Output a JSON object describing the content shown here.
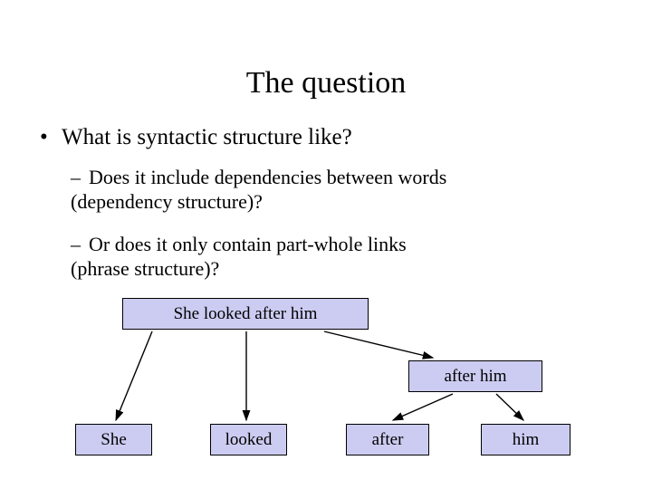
{
  "slide": {
    "title": "The question",
    "bullets": [
      {
        "level": 1,
        "marker": "•",
        "text": "What is syntactic structure like?"
      },
      {
        "level": 2,
        "marker": "–",
        "line1": "Does it include dependencies between words",
        "line2": "(dependency structure)?"
      },
      {
        "level": 2,
        "marker": "–",
        "line1": "Or does it only contain part-whole links",
        "line2": "(phrase structure)?"
      }
    ],
    "diagram": {
      "node_fill": "#ccccf2",
      "node_border": "#000000",
      "nodes": [
        {
          "id": "sentence",
          "label": "She looked after him"
        },
        {
          "id": "afterhim",
          "label": "after him"
        },
        {
          "id": "she",
          "label": "She"
        },
        {
          "id": "looked",
          "label": "looked"
        },
        {
          "id": "after",
          "label": "after"
        },
        {
          "id": "him",
          "label": "him"
        }
      ],
      "edges": [
        {
          "from": "sentence",
          "to": "she"
        },
        {
          "from": "sentence",
          "to": "looked"
        },
        {
          "from": "sentence",
          "to": "afterhim"
        },
        {
          "from": "afterhim",
          "to": "after"
        },
        {
          "from": "afterhim",
          "to": "him"
        }
      ]
    }
  }
}
